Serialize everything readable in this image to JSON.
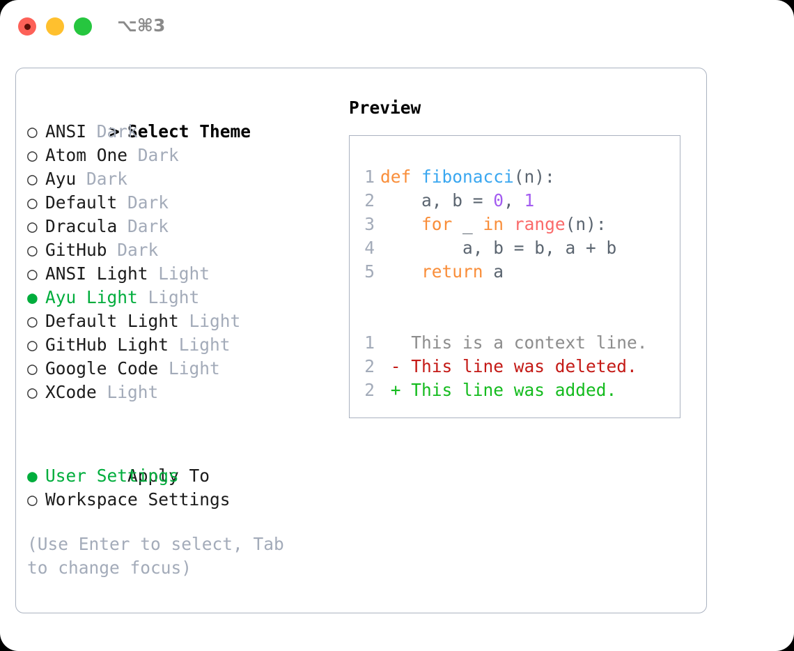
{
  "titlebar": {
    "shortcut": "⌥⌘3",
    "dots": [
      {
        "name": "close",
        "color": "#fd6158"
      },
      {
        "name": "minimize",
        "color": "#ffc02e"
      },
      {
        "name": "maximize",
        "color": "#26c63f"
      }
    ]
  },
  "theme_list": {
    "heading": {
      "marker": ">",
      "label": "Select Theme"
    },
    "items": [
      {
        "marker": "○",
        "label": "ANSI",
        "suffix": "Dark",
        "selected": false
      },
      {
        "marker": "○",
        "label": "Atom One",
        "suffix": "Dark",
        "selected": false
      },
      {
        "marker": "○",
        "label": "Ayu",
        "suffix": "Dark",
        "selected": false
      },
      {
        "marker": "○",
        "label": "Default",
        "suffix": "Dark",
        "selected": false
      },
      {
        "marker": "○",
        "label": "Dracula",
        "suffix": "Dark",
        "selected": false
      },
      {
        "marker": "○",
        "label": "GitHub",
        "suffix": "Dark",
        "selected": false
      },
      {
        "marker": "○",
        "label": "ANSI Light",
        "suffix": "Light",
        "selected": false
      },
      {
        "marker": "●",
        "label": "Ayu Light",
        "suffix": "Light",
        "selected": true
      },
      {
        "marker": "○",
        "label": "Default Light",
        "suffix": "Light",
        "selected": false
      },
      {
        "marker": "○",
        "label": "GitHub Light",
        "suffix": "Light",
        "selected": false
      },
      {
        "marker": "○",
        "label": "Google Code",
        "suffix": "Light",
        "selected": false
      },
      {
        "marker": "○",
        "label": "XCode",
        "suffix": "Light",
        "selected": false
      }
    ]
  },
  "apply_to": {
    "heading": {
      "marker": " ",
      "label": "Apply To"
    },
    "items": [
      {
        "marker": "●",
        "label": "User Settings",
        "selected": true
      },
      {
        "marker": "○",
        "label": "Workspace Settings",
        "selected": false
      }
    ]
  },
  "hint": "(Use Enter to select, Tab to change focus)",
  "preview": {
    "title": "Preview",
    "code_lines": [
      {
        "no": "1",
        "tokens": [
          {
            "text": "def ",
            "cls": "t-kw"
          },
          {
            "text": "fibonacci",
            "cls": "t-fn"
          },
          {
            "text": "(n):",
            "cls": "t-pl"
          }
        ]
      },
      {
        "no": "2",
        "tokens": [
          {
            "text": "    a, b = ",
            "cls": "t-pl"
          },
          {
            "text": "0",
            "cls": "t-num"
          },
          {
            "text": ", ",
            "cls": "t-pl"
          },
          {
            "text": "1",
            "cls": "t-num"
          }
        ]
      },
      {
        "no": "3",
        "tokens": [
          {
            "text": "    ",
            "cls": "t-pl"
          },
          {
            "text": "for",
            "cls": "t-kw"
          },
          {
            "text": " _ ",
            "cls": "t-pl"
          },
          {
            "text": "in",
            "cls": "t-kw"
          },
          {
            "text": " ",
            "cls": "t-pl"
          },
          {
            "text": "range",
            "cls": "t-bi"
          },
          {
            "text": "(n):",
            "cls": "t-pl"
          }
        ]
      },
      {
        "no": "4",
        "tokens": [
          {
            "text": "        a, b = b, a + b",
            "cls": "t-pl"
          }
        ]
      },
      {
        "no": "5",
        "tokens": [
          {
            "text": "    ",
            "cls": "t-pl"
          },
          {
            "text": "return",
            "cls": "t-kw"
          },
          {
            "text": " a",
            "cls": "t-pl"
          }
        ]
      }
    ],
    "diff_lines": [
      {
        "no": "1",
        "sign": " ",
        "text": "This is a context line.",
        "cls": "t-ctx"
      },
      {
        "no": "2",
        "sign": "-",
        "text": "This line was deleted.",
        "cls": "t-del"
      },
      {
        "no": "2",
        "sign": "+",
        "text": "This line was added.",
        "cls": "t-add"
      }
    ]
  },
  "colors": {
    "accent_green": "#00ad3c",
    "muted": "#a3abb9",
    "border": "#aab2c0",
    "keyword": "#f98e3a",
    "function": "#3aa7f0",
    "number": "#a35cf0",
    "builtin": "#fa6a6a",
    "diff_added": "#14bb1e",
    "diff_deleted": "#c41a16"
  }
}
